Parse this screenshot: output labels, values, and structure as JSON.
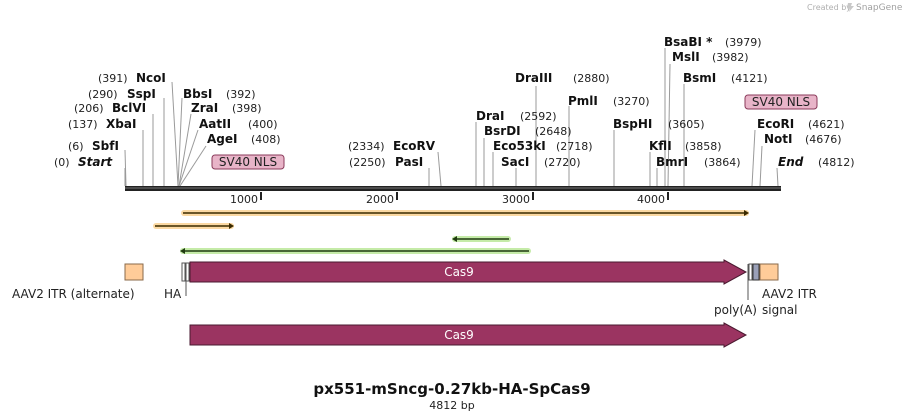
{
  "plasmid": {
    "name": "px551-mSncg-0.27kb-HA-SpCas9",
    "length_label": "4812 bp"
  },
  "watermark": {
    "prefix": "Created by",
    "brand": "SnapGene"
  },
  "sites": [
    {
      "name": "Start",
      "pos": "(0)",
      "italic": true
    },
    {
      "name": "SbfI",
      "pos": "(6)"
    },
    {
      "name": "XbaI",
      "pos": "(137)"
    },
    {
      "name": "BclVI",
      "pos": "(206)"
    },
    {
      "name": "SspI",
      "pos": "(290)"
    },
    {
      "name": "NcoI",
      "pos": "(391)"
    },
    {
      "name": "BbsI",
      "pos": "(392)"
    },
    {
      "name": "ZraI",
      "pos": "(398)"
    },
    {
      "name": "AatII",
      "pos": "(400)"
    },
    {
      "name": "AgeI",
      "pos": "(408)"
    },
    {
      "name": "EcoRV",
      "pos": "(2334)"
    },
    {
      "name": "PasI",
      "pos": "(2250)"
    },
    {
      "name": "DraI",
      "pos": "(2592)"
    },
    {
      "name": "BsrDI",
      "pos": "(2648)"
    },
    {
      "name": "Eco53kI",
      "pos": "(2718)"
    },
    {
      "name": "SacI",
      "pos": "(2720)"
    },
    {
      "name": "DraIII",
      "pos": "(2880)"
    },
    {
      "name": "PmlI",
      "pos": "(3270)"
    },
    {
      "name": "BspHI",
      "pos": "(3605)"
    },
    {
      "name": "KflI",
      "pos": "(3858)"
    },
    {
      "name": "BmrI",
      "pos": "(3864)"
    },
    {
      "name": "BsaBI *",
      "pos": "(3979)"
    },
    {
      "name": "MslI",
      "pos": "(3982)"
    },
    {
      "name": "BsmI",
      "pos": "(4121)"
    },
    {
      "name": "EcoRI",
      "pos": "(4621)"
    },
    {
      "name": "NotI",
      "pos": "(4676)"
    },
    {
      "name": "End",
      "pos": "(4812)",
      "italic": true
    }
  ],
  "axis_ticks": [
    "1000",
    "2000",
    "3000",
    "4000"
  ],
  "features": {
    "sv40_nls_1": "SV40 NLS",
    "sv40_nls_2": "SV40 NLS",
    "cas9_main": "Cas9",
    "cas9_lower": "Cas9",
    "aav2_itr_alt": "AAV2 ITR (alternate)",
    "ha": "HA",
    "polya": "poly(A)",
    "polya_line2": "signal",
    "aav2_itr": "AAV2 ITR"
  },
  "colors": {
    "cas9": "#9b3461",
    "itr": "#ffcc99",
    "nls": "#e8b4c8",
    "orange_track": "#f5a623",
    "green_track": "#8fd16a"
  }
}
